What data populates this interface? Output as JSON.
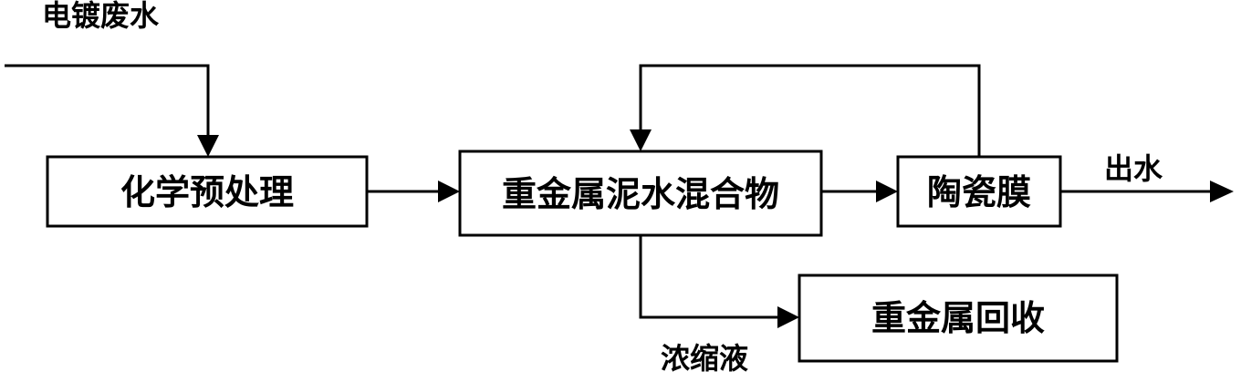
{
  "diagram": {
    "input_label": "电镀废水",
    "nodes": {
      "pretreatment": "化学预处理",
      "mixture": "重金属泥水混合物",
      "ceramic_membrane": "陶瓷膜",
      "recovery": "重金属回收"
    },
    "edge_labels": {
      "outlet": "出水",
      "concentrate": "浓缩液"
    }
  }
}
